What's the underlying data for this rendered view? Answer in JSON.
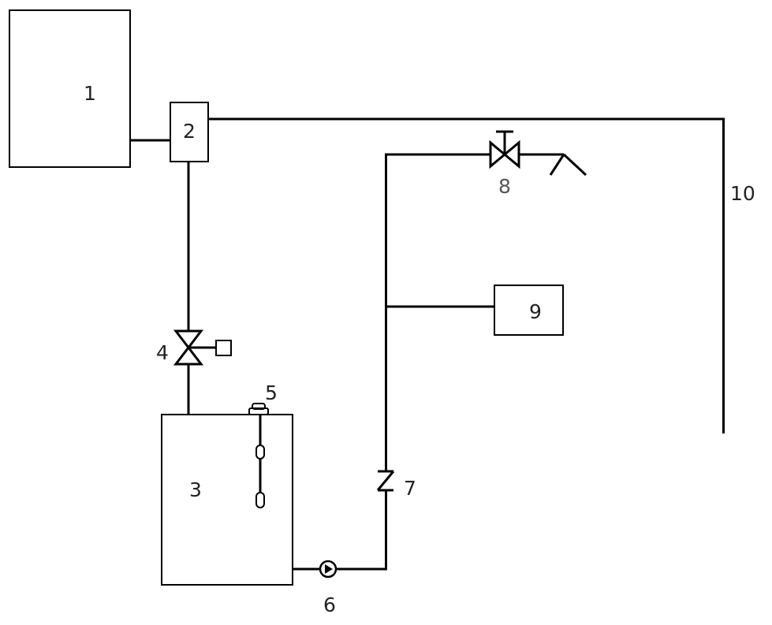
{
  "labels": {
    "unit1": "1",
    "unit2": "2",
    "unit3": "3",
    "unit4": "4",
    "unit5": "5",
    "unit6": "6",
    "unit7": "7",
    "unit8": "8",
    "unit9": "9",
    "unit10": "10"
  },
  "colors": {
    "line": "#000000",
    "text": "#222222",
    "text_secondary": "#555555",
    "background": "#ffffff"
  }
}
